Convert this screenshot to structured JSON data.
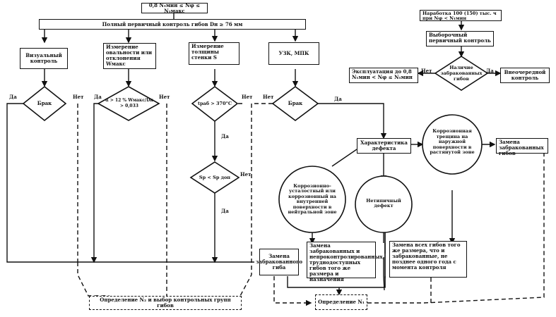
{
  "diagram": {
    "top_condition": "0,8 N₁мин ≤ Nφ ≤ N₁макс",
    "full_control": "Полный первичный контроль гибов Dн ≥ 76 мм",
    "branches": {
      "visual": "Визуальный контроль",
      "ovality": "Измерение овальности или отклонения Wмакс",
      "thickness": "Измерение толщины стенки S",
      "ultrasonic": "УЗК, МПК"
    },
    "decisions": {
      "defect1": "Брак",
      "ovality_cond": "α > 12 % Wмакс/Dн > 0,033",
      "temp_cond": "tраб > 370°C",
      "thickness_cond": "Sр < Sр доп",
      "defect2": "Брак",
      "rejected_present": "Наличие забракованных гибов"
    },
    "right_top": {
      "operating_hours": "Наработка 100 (150) тыс. ч при Nφ < N₁мин",
      "selective_control": "Выборочный первичный контроль",
      "operation_until": "Эксплуатация до 0,8 N₁мин < Nφ ≤ N₁мин",
      "extra_control": "Внеочередной контроль"
    },
    "defect_characteristic": "Характеристика дефекта",
    "circles": {
      "corrosion_fatigue": "Коррозионно-усталостный или коррозионный на внутренней поверхности в нейтральной зоне",
      "atypical": "Нетипичный дефект",
      "corrosion_crack": "Коррозионная трещина на наружной поверхности в растянутой зоне"
    },
    "actions": {
      "replace_rejected_small": "Замена забракованных гибов",
      "replace_rejected_left": "Замена забракованного гиба",
      "replace_hard_to_control": "Замена забракованных и непроконтролированных, труднодоступных гибов того же размера и назначения",
      "replace_all_same_size": "Замена всех гибов того же размера, что и забракованные, не позднее одного года с момента контроля"
    },
    "results": {
      "n2": "Определение N₂ и выбор контрольных групп гибов",
      "n1": "Определение N₁"
    },
    "labels": {
      "yes": "Да",
      "no": "Нет"
    }
  }
}
